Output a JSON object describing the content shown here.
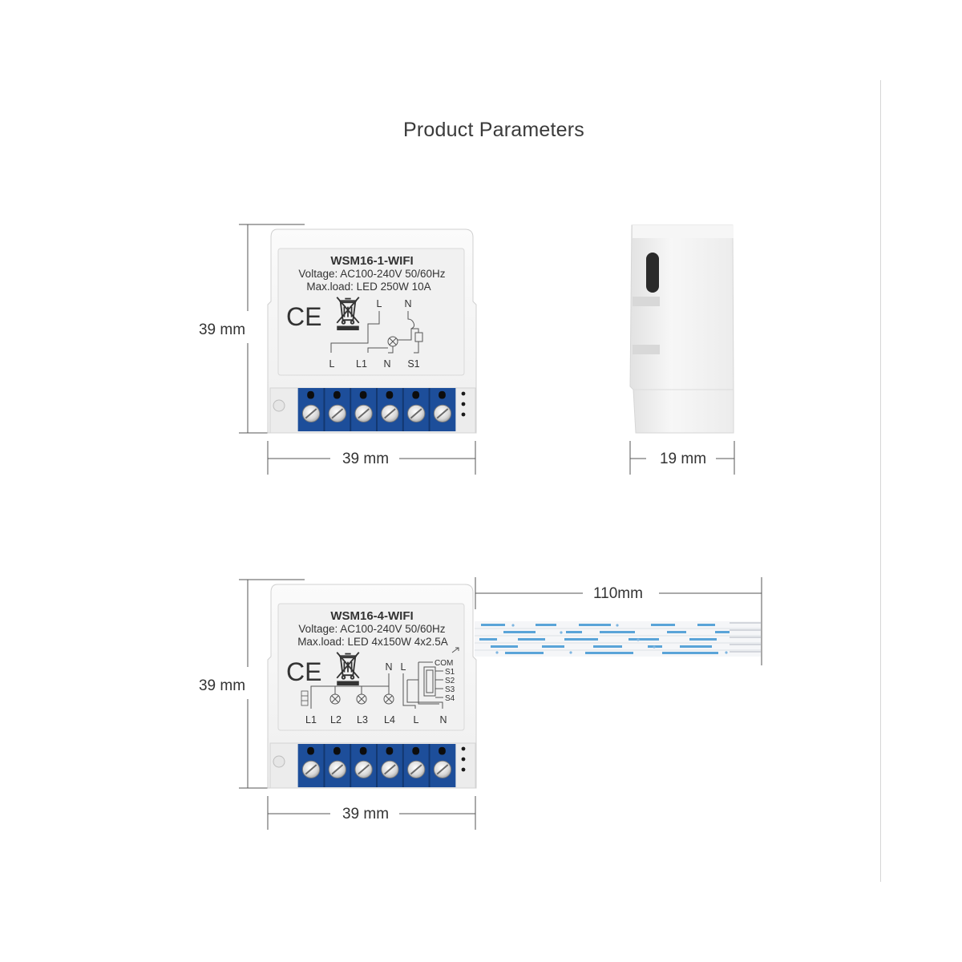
{
  "title": "Product Parameters",
  "module1": {
    "model": "WSM16-1-WIFI",
    "voltage": "Voltage: AC100-240V 50/60Hz",
    "max_load": "Max.load: LED 250W 10A",
    "ce_mark": "CE",
    "top_terminals": [
      "L",
      "N"
    ],
    "bottom_terminals": [
      "L",
      "L1",
      "N",
      "S1"
    ]
  },
  "module4": {
    "model": "WSM16-4-WIFI",
    "voltage": "Voltage: AC100-240V 50/60Hz",
    "max_load": "Max.load: LED 4x150W 4x2.5A",
    "ce_mark": "CE",
    "top_terminals": [
      "N",
      "L"
    ],
    "switch_labels": [
      "COM",
      "S1",
      "S2",
      "S3",
      "S4"
    ],
    "bottom_terminals": [
      "L1",
      "L2",
      "L3",
      "L4",
      "L",
      "N"
    ]
  },
  "dimensions": {
    "m1_height": "39 mm",
    "m1_width": "39 mm",
    "side_depth": "19 mm",
    "m4_height": "39 mm",
    "m4_width": "39 mm",
    "cable_length": "110mm"
  },
  "colors": {
    "terminal_blue": "#1d4e9a",
    "housing": "#f4f4f4",
    "cable_stripe": "#5aa4d8"
  }
}
